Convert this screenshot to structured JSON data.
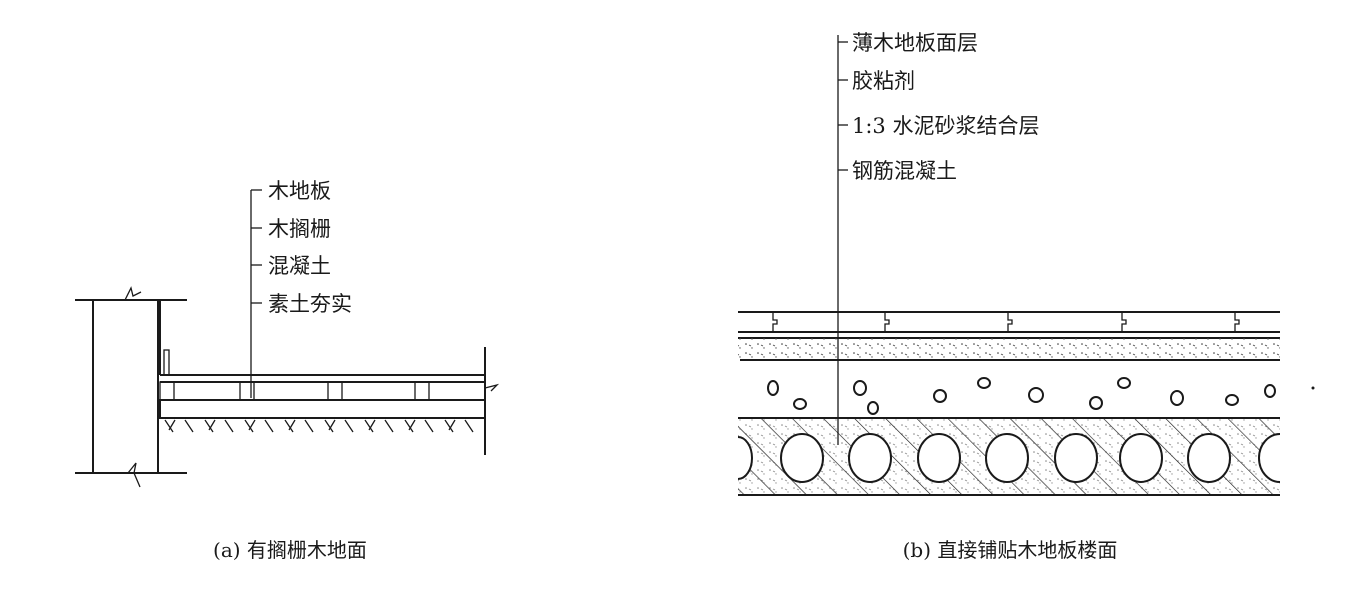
{
  "diagram_a": {
    "labels": [
      "木地板",
      "木搁栅",
      "混凝土",
      "素土夯实"
    ],
    "caption": "(a) 有搁栅木地面"
  },
  "diagram_b": {
    "labels": [
      "薄木地板面层",
      "胶粘剂",
      "1:3 水泥砂浆结合层",
      "钢筋混凝土"
    ],
    "caption": "(b) 直接铺贴木地板楼面"
  }
}
